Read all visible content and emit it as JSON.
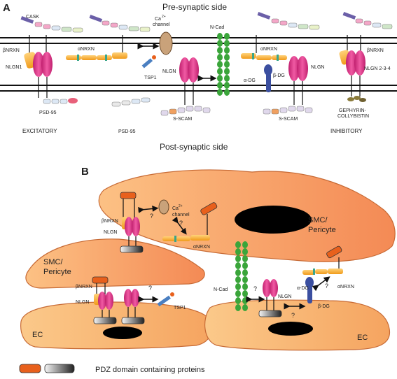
{
  "panel_a": {
    "letter": "A",
    "title": "Pre-synaptic side",
    "bottom_title": "Post-synaptic side",
    "labels": {
      "cask": "CASK",
      "bnrxn_left": "βNRXN",
      "anrxn_left": "αNRXN",
      "ca_line1": "Ca",
      "ca_sup": "2+",
      "ca_line2": "channel",
      "ncad": "N-Cad",
      "anrxn_right": "αNRXN",
      "bnrxn_right": "βNRXN",
      "nlgn1": "NLGN1",
      "tsp1": "TSP1",
      "nlgn_mid": "NLGN",
      "adg": "α-DG",
      "bdg": "β-DG",
      "nlgn_right": "NLGN",
      "nlgn234": "NLGN 2-3-4",
      "psd95_left": "PSD-95",
      "sscam_left": "S-SCAM",
      "sscam_right": "S-SCAM",
      "gephyrin1": "GEPHYRIN-",
      "gephyrin2": "COLLYBISTIN",
      "excitatory": "EXCITATORY",
      "psd95_bottom": "PSD-95",
      "inhibitory": "INHIBITORY"
    }
  },
  "panel_b": {
    "letter": "B",
    "labels": {
      "smc_top_1": "SMC/",
      "smc_top_2": "Pericyte",
      "smc_left_1": "SMC/",
      "smc_left_2": "Pericyte",
      "ca_line1": "Ca",
      "ca_sup": "2+",
      "ca_line2": "channel",
      "bnrxn_top": "βNRXN",
      "nlgn_top": "NLGN",
      "anrxn_mid": "αNRXN",
      "bnrxn_left": "βNRXN",
      "nlgn_left": "NLGN",
      "tsp1": "TSP1",
      "ncad": "N-Cad",
      "nlgn_right": "NLGN",
      "adg": "α-DG",
      "anrxn_right": "αNRXN",
      "bdg": "β-DG",
      "ec_left": "EC",
      "ec_right": "EC",
      "q": "?"
    },
    "legend_text": "PDZ domain containing  proteins"
  },
  "colors": {
    "nlgn_pink": "#e8338a",
    "nrxn_orange": "#f5a623",
    "smc_fill": "#f7a56a",
    "pdz_orange": "#e8601c",
    "dg_blue": "#3b4fa0",
    "ncad_green": "#3aa53a",
    "ca_tan": "#c9a27a"
  }
}
